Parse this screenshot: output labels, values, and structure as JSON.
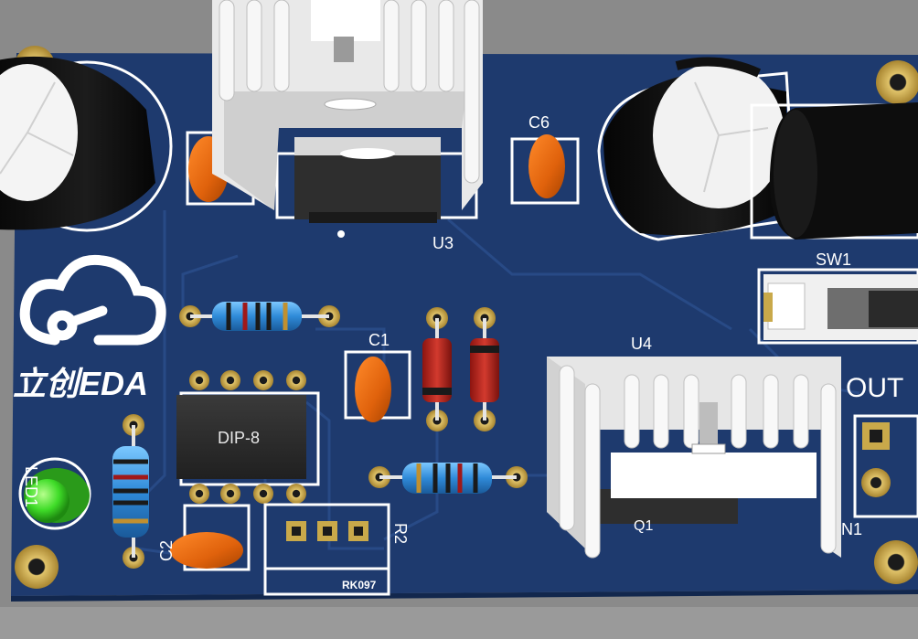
{
  "logo": {
    "text": "立创EDA"
  },
  "labels": {
    "u3": "U3",
    "u4": "U4",
    "c6": "C6",
    "c1": "C1",
    "c2": "C2",
    "sw1": "SW1",
    "out": "OUT",
    "led1": "LED1",
    "r2": "R2",
    "q1": "Q1",
    "n1": "N1",
    "dip8": "DIP-8",
    "rk097": "RK097"
  },
  "colors": {
    "background": "#8a8a8a",
    "pcb": "#1e3a6e",
    "pad": "#c9a94a",
    "silkscreen": "#ffffff",
    "capacitor": "#e0620c",
    "diode": "#b8211d",
    "led": "#3fdc28",
    "heatsink": "#e6e6e6"
  }
}
